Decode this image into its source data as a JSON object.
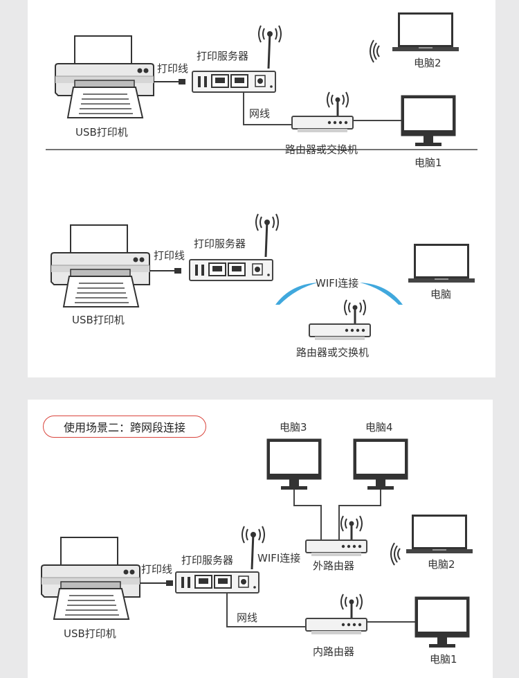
{
  "colors": {
    "background": "#e9e9ea",
    "panel": "#ffffff",
    "line": "#555555",
    "device_dark": "#333333",
    "wifi_blue": "#2b9fd9",
    "badge_border": "#d9433b"
  },
  "diagram1": {
    "printer_label": "USB打印机",
    "cable_label": "打印线",
    "server_label": "打印服务器",
    "network_cable_label": "网线",
    "router_label": "路由器或交换机",
    "computer1_label": "电脑1",
    "computer2_label": "电脑2"
  },
  "diagram2": {
    "printer_label": "USB打印机",
    "cable_label": "打印线",
    "server_label": "打印服务器",
    "wifi_label": "WIFI连接",
    "router_label": "路由器或交换机",
    "computer_label": "电脑"
  },
  "diagram3": {
    "scenario_title": "使用场景二：跨网段连接",
    "printer_label": "USB打印机",
    "cable_label": "打印线",
    "server_label": "打印服务器",
    "wifi_label": "WIFI连接",
    "network_cable_label": "网线",
    "outer_router_label": "外路由器",
    "inner_router_label": "内路由器",
    "computer1_label": "电脑1",
    "computer2_label": "电脑2",
    "computer3_label": "电脑3",
    "computer4_label": "电脑4"
  }
}
